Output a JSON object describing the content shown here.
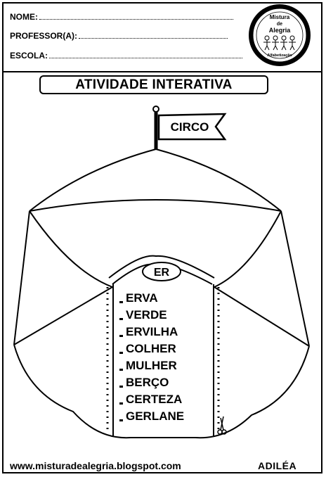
{
  "header": {
    "name_label": "NOME:",
    "teacher_label": "PROFESSOR(A):",
    "school_label": "ESCOLA:"
  },
  "logo": {
    "line1": "Mistura",
    "line2": "de",
    "line3": "Alegria",
    "caption": "Alfabetização"
  },
  "title": "ATIVIDADE INTERATIVA",
  "flag_text": "CIRCO",
  "syllable": "ER",
  "words": [
    "ERVA",
    "VERDE",
    "ERVILHA",
    "COLHER",
    "MULHER",
    "BERÇO",
    "CERTEZA",
    "GERLANE"
  ],
  "footer": {
    "url": "www.misturadealegria.blogspot.com",
    "author": "ADILÉA"
  }
}
